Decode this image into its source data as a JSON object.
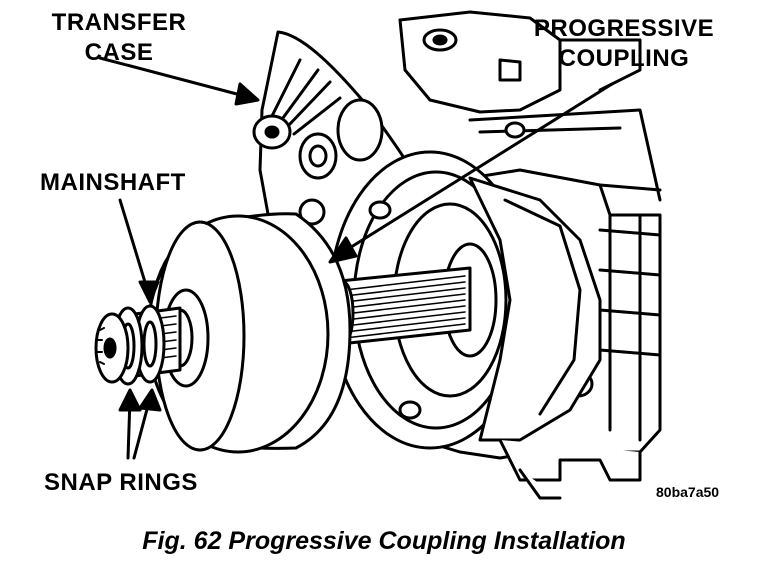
{
  "labels": {
    "transfer_case_line1": "TRANSFER",
    "transfer_case_line2": "CASE",
    "progressive_coupling_line1": "PROGRESSIVE",
    "progressive_coupling_line2": "COUPLING",
    "mainshaft": "MAINSHAFT",
    "snap_rings": "SNAP RINGS"
  },
  "figure_code": "80ba7a50",
  "caption": "Fig. 62 Progressive Coupling Installation"
}
